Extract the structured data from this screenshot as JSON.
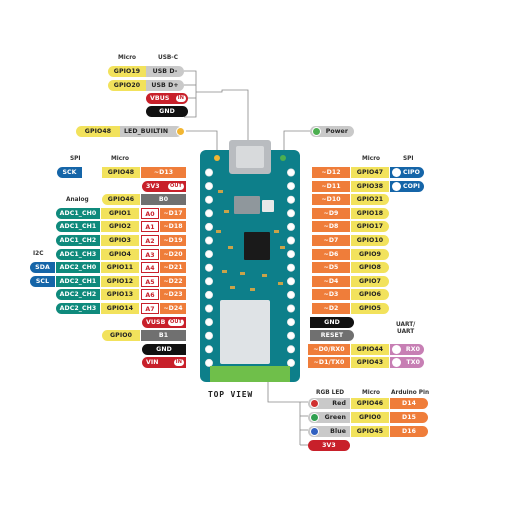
{
  "headers": {
    "usb": {
      "micro": "Micro",
      "usb": "USB-C"
    },
    "left": {
      "spi": "SPI",
      "micro": "Micro",
      "analog": "Analog",
      "i2c": "I2C"
    },
    "right": {
      "micro": "Micro",
      "spi": "SPI",
      "uart": "UART/\nUART"
    },
    "rgb": {
      "rgb": "RGB LED",
      "micro": "Micro",
      "arduino": "Arduino Pin"
    }
  },
  "usb_rows": [
    {
      "micro": "GPIO19",
      "usb": "USB D-"
    },
    {
      "micro": "GPIO20",
      "usb": "USB D+"
    }
  ],
  "vbus": {
    "label": "VBUS",
    "tag": "IN"
  },
  "usb_gnd": "GND",
  "led_builtin": {
    "micro": "GPIO48",
    "label": "LED_BUILTIN"
  },
  "power": "Power",
  "left_rows": [
    {
      "bus": "SCK",
      "micro": "GPIO48",
      "pin": "~D13"
    },
    {
      "power": "3V3",
      "tag": "OUT"
    },
    {
      "micro": "GPIO46",
      "pin": "B0"
    },
    {
      "analog": "ADC1_CH0",
      "micro": "GPIO1",
      "a": "A0",
      "pin": "~D17"
    },
    {
      "analog": "ADC1_CH1",
      "micro": "GPIO2",
      "a": "A1",
      "pin": "~D18"
    },
    {
      "analog": "ADC1_CH2",
      "micro": "GPIO3",
      "a": "A2",
      "pin": "~D19"
    },
    {
      "analog": "ADC1_CH3",
      "micro": "GPIO4",
      "a": "A3",
      "pin": "~D20"
    },
    {
      "bus": "SDA",
      "analog": "ADC2_CH0",
      "micro": "GPIO11",
      "a": "A4",
      "pin": "~D21"
    },
    {
      "bus": "SCL",
      "analog": "ADC2_CH1",
      "micro": "GPIO12",
      "a": "A5",
      "pin": "~D22"
    },
    {
      "analog": "ADC2_CH2",
      "micro": "GPIO13",
      "a": "A6",
      "pin": "~D23"
    },
    {
      "analog": "ADC2_CH3",
      "micro": "GPIO14",
      "a": "A7",
      "pin": "~D24"
    },
    {
      "power": "VUSB",
      "tag": "OUT"
    },
    {
      "micro": "GPIO0",
      "pin": "B1"
    },
    {
      "power": "GND"
    },
    {
      "power": "VIN",
      "tag": "IN"
    }
  ],
  "right_rows": [
    {
      "pin": "~D12",
      "micro": "GPIO47",
      "bus": "CIPO"
    },
    {
      "pin": "~D11",
      "micro": "GPIO38",
      "bus": "COPI"
    },
    {
      "pin": "~D10",
      "micro": "GPIO21"
    },
    {
      "pin": "~D9",
      "micro": "GPIO18"
    },
    {
      "pin": "~D8",
      "micro": "GPIO17"
    },
    {
      "pin": "~D7",
      "micro": "GPIO10"
    },
    {
      "pin": "~D6",
      "micro": "GPIO9"
    },
    {
      "pin": "~D5",
      "micro": "GPIO8"
    },
    {
      "pin": "~D4",
      "micro": "GPIO7"
    },
    {
      "pin": "~D3",
      "micro": "GPIO6"
    },
    {
      "pin": "~D2",
      "micro": "GPIO5"
    },
    {
      "power": "GND"
    },
    {
      "power": "RESET"
    },
    {
      "pin": "~D0/RX0",
      "micro": "GPIO44",
      "bus": "RX0"
    },
    {
      "pin": "~D1/TX0",
      "micro": "GPIO43",
      "bus": "TX0"
    }
  ],
  "rgb_rows": [
    {
      "color": "Red",
      "micro": "GPIO46",
      "arduino": "D14",
      "dot": "#d03030"
    },
    {
      "color": "Green",
      "micro": "GPIO0",
      "arduino": "D15",
      "dot": "#30a050"
    },
    {
      "color": "Blue",
      "micro": "GPIO45",
      "arduino": "D16",
      "dot": "#3060c0"
    }
  ],
  "rgb_3v3": "3V3",
  "caption": "TOP VIEW",
  "colors": {
    "board": "#0d7f8a",
    "gpio": "#f2e25c",
    "digital": "#ef7d3a",
    "analog": "#0f8a7c",
    "bus": "#1565a8",
    "power": "#c8202a",
    "gnd": "#111111",
    "gray": "#c9c9c9",
    "uart": "#c77fb4"
  }
}
